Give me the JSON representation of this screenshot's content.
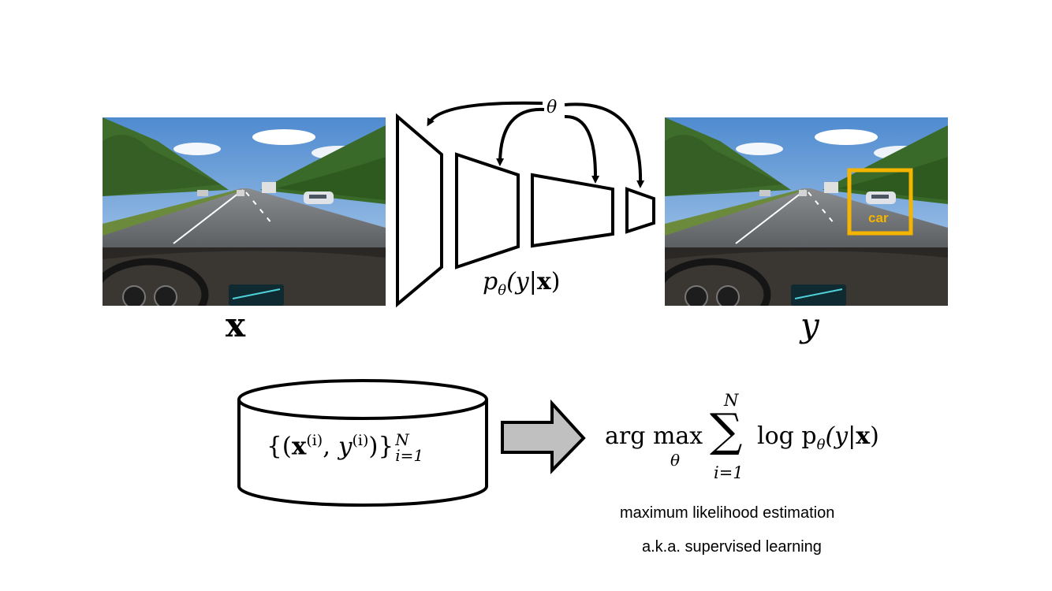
{
  "input_image": {
    "symbol": "x"
  },
  "output_image": {
    "symbol": "y",
    "detection": {
      "label": "car",
      "color": "#f4b400"
    }
  },
  "network": {
    "parameters_symbol": "θ",
    "function_label": "p_θ(y|x)",
    "function_parts": {
      "p": "p",
      "sub": "θ",
      "args": "(y|",
      "x": "x",
      "close": ")"
    }
  },
  "dataset": {
    "set_open": "{(",
    "x": "x",
    "x_sup": "(i)",
    "comma": ", ",
    "y": "y",
    "y_sup": "(i)",
    "set_close": ")}",
    "sup": "N",
    "sub": "i=1"
  },
  "objective": {
    "argmax": "arg max",
    "argmax_sub": "θ",
    "sum_top": "N",
    "sum_symbol": "∑",
    "sum_bottom": "i=1",
    "log_term": "log p",
    "log_sub": "θ",
    "log_args": "(y|",
    "log_x": "x",
    "log_close": ")"
  },
  "captions": {
    "line1": "maximum likelihood estimation",
    "line2": "a.k.a. supervised learning"
  },
  "colors": {
    "arrow_fill": "#c0c0c0",
    "stroke": "#000000",
    "sky": "#6fa3d8",
    "road": "#5f6266"
  }
}
